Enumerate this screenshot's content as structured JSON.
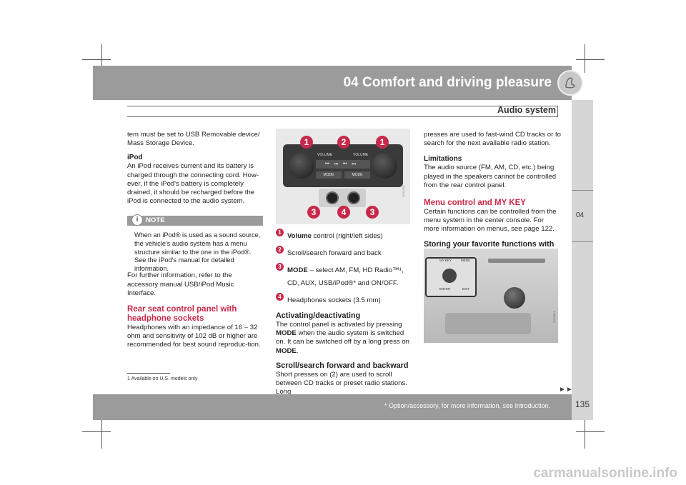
{
  "header": {
    "chapter_title": "04 Comfort and driving pleasure",
    "section_title": "Audio system",
    "chapter_tab": "04"
  },
  "col1": {
    "intro": "tem must be set to USB Removable device/ Mass Storage Device.",
    "ipod_heading": "iPod",
    "ipod_text": "An iPod receives current and its battery is charged through the connecting cord. How-ever, if the iPod's battery is completely drained, it should be recharged before the iPod is connected to the audio system.",
    "note_title": "NOTE",
    "note_text": "When an iPod® is used as a sound source, the vehicle's audio system has a menu structure similar to the one in the iPod®. See the iPod's manual for detailed information.",
    "further": "For further information, refer to the accessory manual USB/iPod Music Interface.",
    "rear_heading": "Rear seat control panel with headphone sockets",
    "rear_text": "Headphones with an impedance of 16 – 32 ohm and sensitivity of 102 dB or higher are recommended for best sound reproduc-tion."
  },
  "figure1": {
    "volume_left": "VOLUME",
    "volume_right": "VOLUME",
    "mode_left": "MODE",
    "mode_right": "MODE",
    "callouts": [
      "1",
      "2",
      "1",
      "3",
      "4",
      "3"
    ],
    "code": "G031690"
  },
  "col2": {
    "items": [
      {
        "num": "1",
        "bold": "Volume",
        "text": " control (right/left sides)"
      },
      {
        "num": "2",
        "bold": "",
        "text": "Scroll/search forward and back"
      },
      {
        "num": "3",
        "bold": "MODE",
        "text": " – select AM, FM, HD Radio™¹, CD, AUX, USB/iPod®* and ON/OFF."
      },
      {
        "num": "4",
        "bold": "",
        "text": "Headphones sockets (3.5 mm)"
      }
    ],
    "act_heading": "Activating/deactivating",
    "act_text_1": "The control panel is activated by pressing ",
    "act_mode1": "MODE",
    "act_text_2": " when the audio system is switched on. It can be switched off by a long press on ",
    "act_mode2": "MODE",
    "act_text_3": ".",
    "scroll_heading": "Scroll/search forward and backward",
    "scroll_text": "Short presses on (2) are used to scroll between CD tracks or preset radio stations. Long"
  },
  "col3": {
    "cont": "presses are used to fast-wind CD tracks or to search for the next available radio station.",
    "lim_heading": "Limitations",
    "lim_text": "The audio source (FM, AM, CD, etc.) being played in the speakers cannot be controlled from the rear control panel.",
    "menu_heading": "Menu control and MY KEY",
    "menu_text": "Certain functions can be controlled from the menu system in the center console. For more information on menus, see page 122.",
    "storing_heading": "Storing your favorite functions with MY KEY"
  },
  "figure2": {
    "my_key": "MY KEY",
    "menu": "MENU",
    "enter": "ENTER",
    "exit": "EXIT",
    "code": "G031691"
  },
  "footer": {
    "footnote": "1 Available on U.S. models only",
    "option_note": "* Option/accessory, for more information, see Introduction.",
    "page_number": "135",
    "continue_arrows": "►►",
    "watermark": "carmanualsonline.info"
  },
  "colors": {
    "band": "#9b9b9b",
    "accent": "#c8294a",
    "tab": "#d6d6d6"
  }
}
